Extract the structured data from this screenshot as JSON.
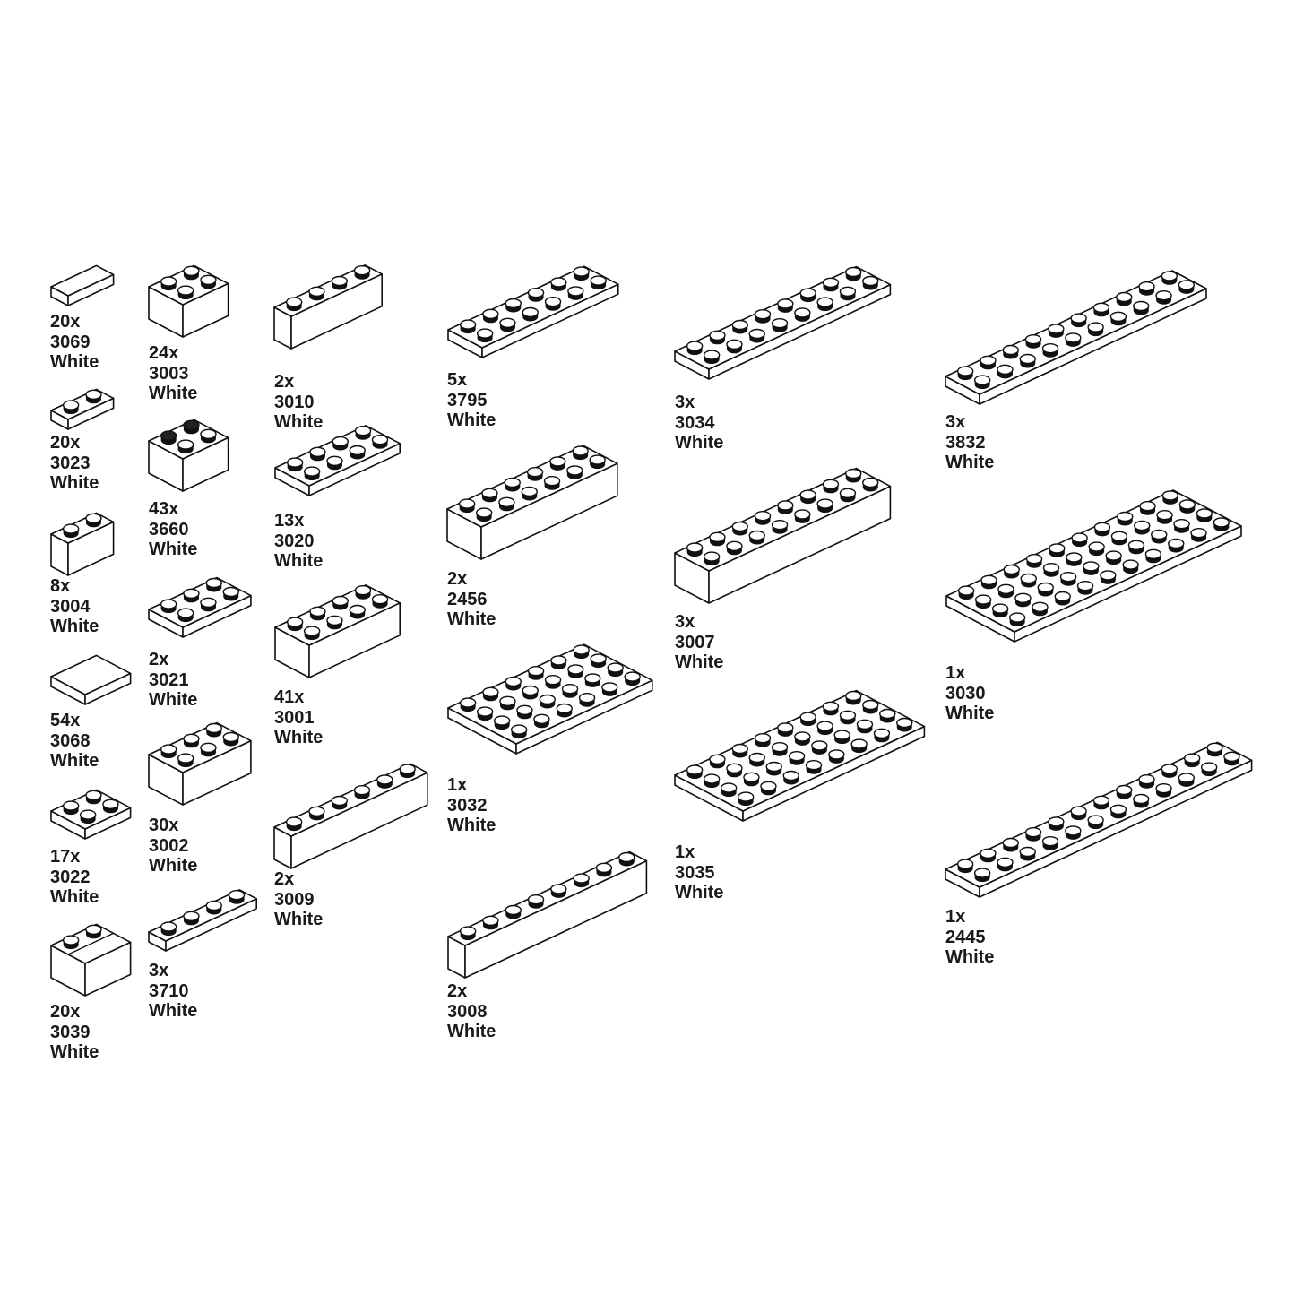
{
  "items": [
    {
      "qty": "20x",
      "part": "3069",
      "color": "White",
      "shape": "tile-1x2"
    },
    {
      "qty": "20x",
      "part": "3023",
      "color": "White",
      "shape": "plate-1x2"
    },
    {
      "qty": "8x",
      "part": "3004",
      "color": "White",
      "shape": "brick-1x2"
    },
    {
      "qty": "54x",
      "part": "3068",
      "color": "White",
      "shape": "tile-2x2"
    },
    {
      "qty": "17x",
      "part": "3022",
      "color": "White",
      "shape": "plate-2x2"
    },
    {
      "qty": "20x",
      "part": "3039",
      "color": "White",
      "shape": "slope-2x2"
    },
    {
      "qty": "24x",
      "part": "3003",
      "color": "White",
      "shape": "brick-2x2"
    },
    {
      "qty": "43x",
      "part": "3660",
      "color": "White",
      "shape": "inverted-slope-2x2"
    },
    {
      "qty": "2x",
      "part": "3021",
      "color": "White",
      "shape": "plate-2x3"
    },
    {
      "qty": "30x",
      "part": "3002",
      "color": "White",
      "shape": "brick-2x3"
    },
    {
      "qty": "3x",
      "part": "3710",
      "color": "White",
      "shape": "plate-1x4"
    },
    {
      "qty": "2x",
      "part": "3010",
      "color": "White",
      "shape": "brick-1x4"
    },
    {
      "qty": "13x",
      "part": "3020",
      "color": "White",
      "shape": "plate-2x4"
    },
    {
      "qty": "41x",
      "part": "3001",
      "color": "White",
      "shape": "brick-2x4"
    },
    {
      "qty": "2x",
      "part": "3009",
      "color": "White",
      "shape": "brick-1x6"
    },
    {
      "qty": "5x",
      "part": "3795",
      "color": "White",
      "shape": "plate-2x6"
    },
    {
      "qty": "2x",
      "part": "2456",
      "color": "White",
      "shape": "brick-2x6"
    },
    {
      "qty": "1x",
      "part": "3032",
      "color": "White",
      "shape": "plate-4x6"
    },
    {
      "qty": "2x",
      "part": "3008",
      "color": "White",
      "shape": "brick-1x8"
    },
    {
      "qty": "3x",
      "part": "3034",
      "color": "White",
      "shape": "plate-2x8"
    },
    {
      "qty": "3x",
      "part": "3007",
      "color": "White",
      "shape": "brick-2x8"
    },
    {
      "qty": "1x",
      "part": "3035",
      "color": "White",
      "shape": "plate-4x8"
    },
    {
      "qty": "3x",
      "part": "3832",
      "color": "White",
      "shape": "plate-2x10"
    },
    {
      "qty": "1x",
      "part": "3030",
      "color": "White",
      "shape": "plate-4x10"
    },
    {
      "qty": "1x",
      "part": "2445",
      "color": "White",
      "shape": "plate-2x12"
    }
  ]
}
